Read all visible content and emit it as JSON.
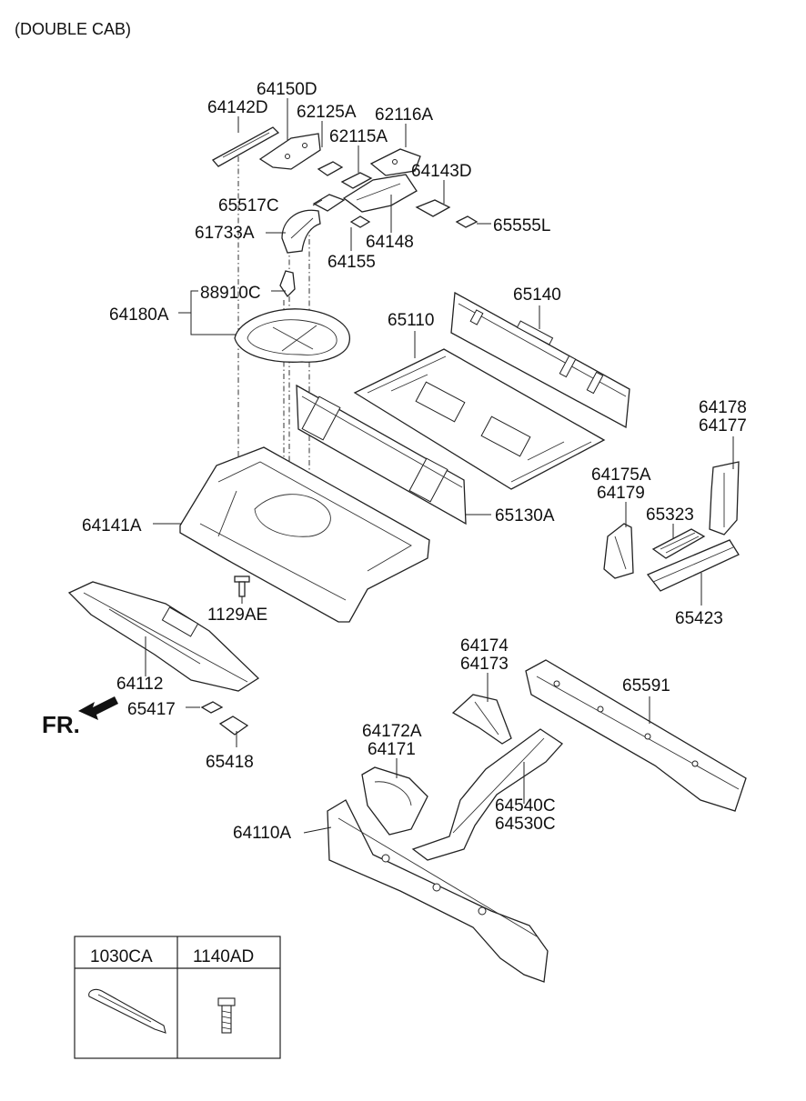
{
  "diagram": {
    "variant": "(DOUBLE CAB)",
    "front_label": "FR.",
    "parts": {
      "p64150D": "64150D",
      "p64142D": "64142D",
      "p62125A": "62125A",
      "p62116A": "62116A",
      "p62115A": "62115A",
      "p64143D": "64143D",
      "p65517C": "65517C",
      "p61733A": "61733A",
      "p64148": "64148",
      "p65555L": "65555L",
      "p64155": "64155",
      "p88910C": "88910C",
      "p64180A": "64180A",
      "p65140": "65140",
      "p65110": "65110",
      "p64178": "64178",
      "p64177": "64177",
      "p64175A": "64175A",
      "p64179": "64179",
      "p65323": "65323",
      "p65130A": "65130A",
      "p64141A": "64141A",
      "p65423": "65423",
      "p1129AE": "1129AE",
      "p64112": "64112",
      "p64174": "64174",
      "p64173": "64173",
      "p65591": "65591",
      "p65417": "65417",
      "p64172A": "64172A",
      "p64171": "64171",
      "p65418": "65418",
      "p64540C": "64540C",
      "p64530C": "64530C",
      "p64110A": "64110A"
    },
    "legend": {
      "col1": "1030CA",
      "col2": "1140AD"
    }
  }
}
